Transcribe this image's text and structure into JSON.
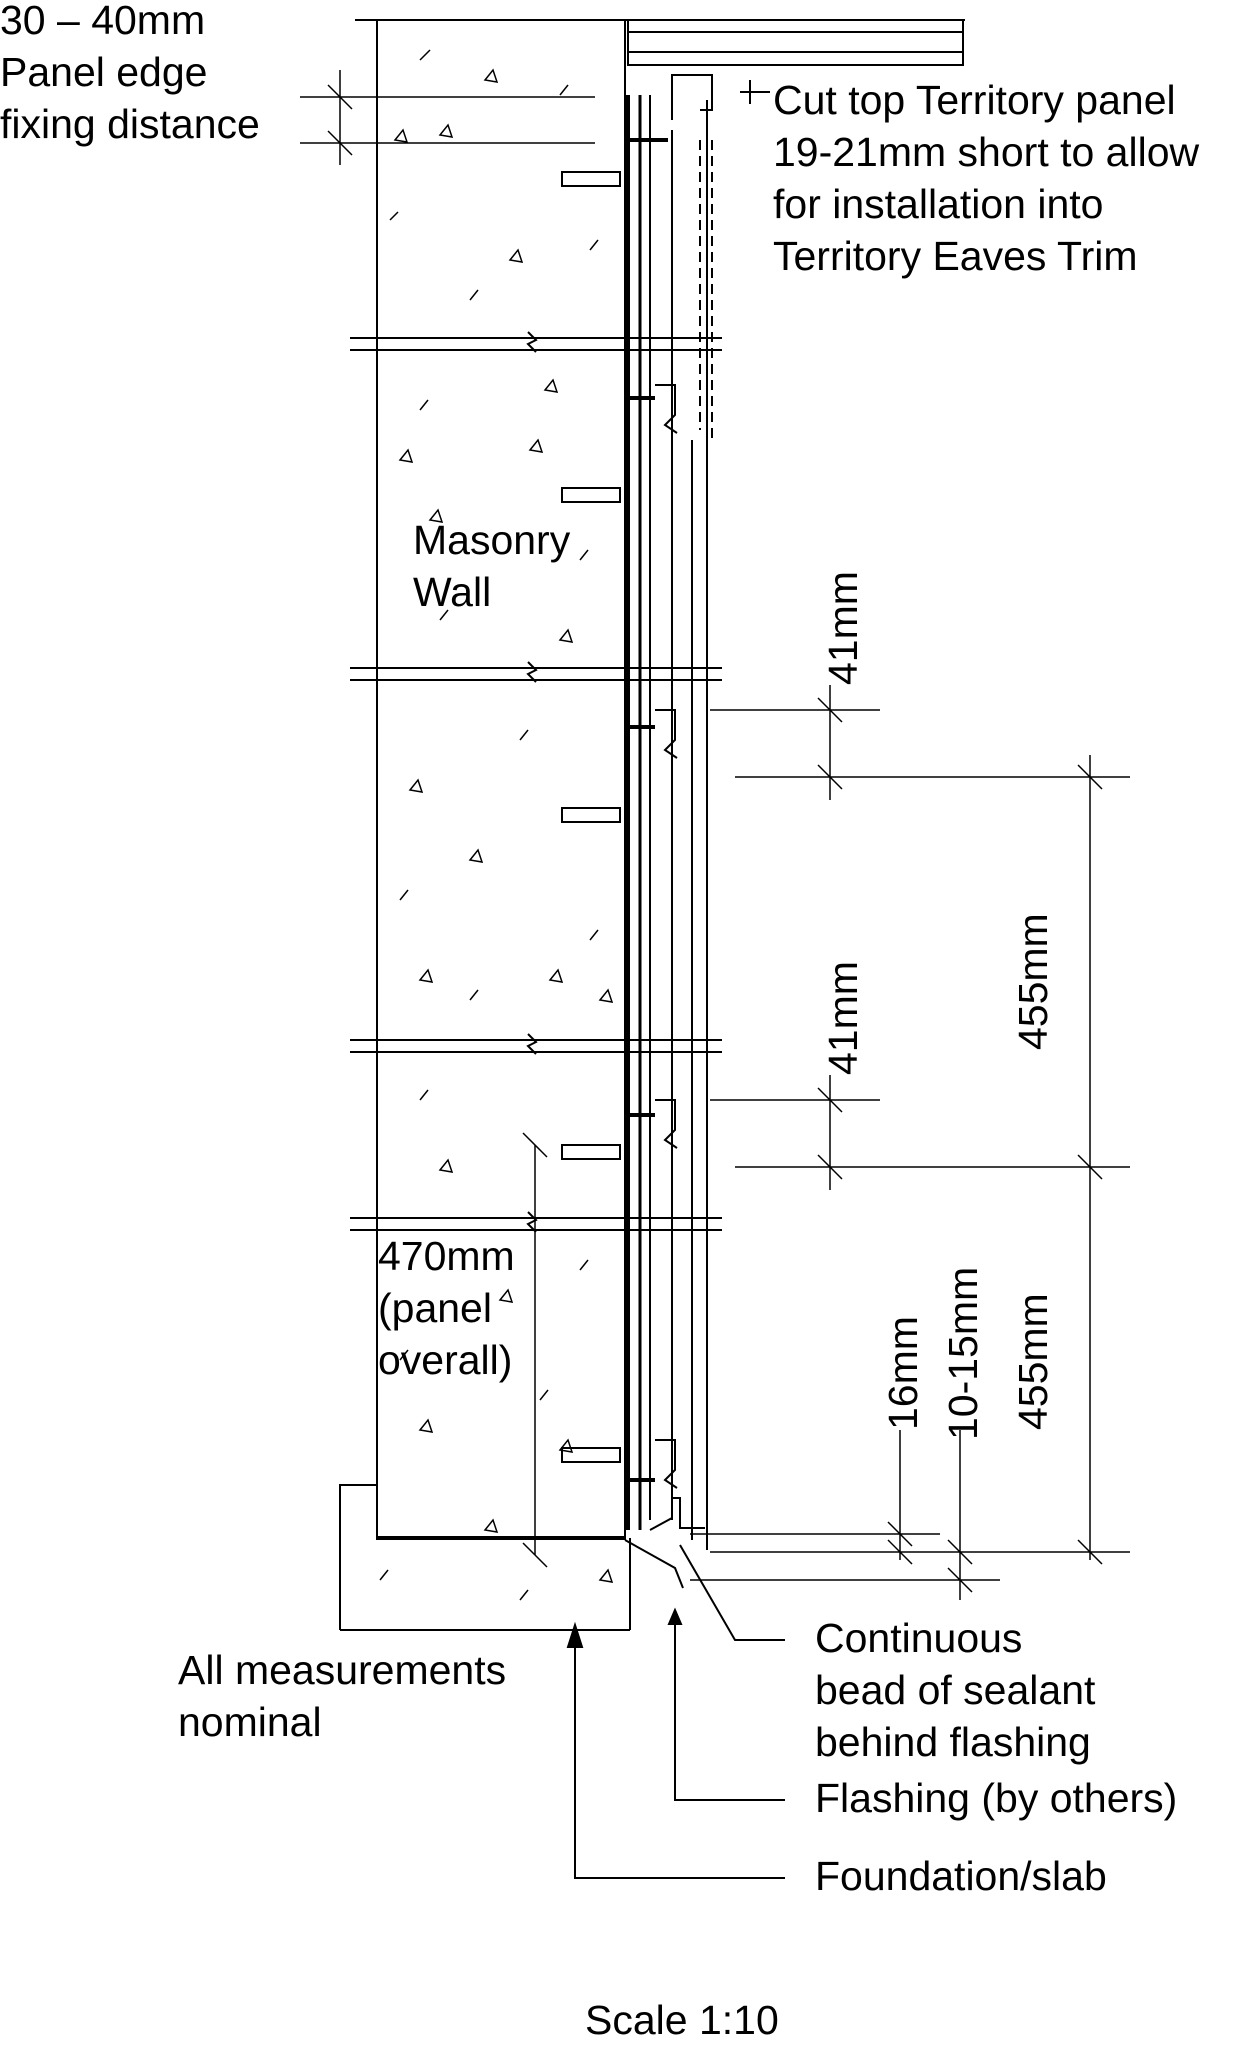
{
  "labels": {
    "edge_fixing": [
      "30 – 40mm",
      "Panel edge",
      "fixing distance"
    ],
    "cut_top": [
      "Cut top Territory panel",
      "19-21mm short to allow",
      "for installation into",
      "Territory Eaves Trim"
    ],
    "masonry": [
      "Masonry",
      "Wall"
    ],
    "panel_overall": [
      "470mm",
      "(panel",
      "overall)"
    ],
    "all_measurements": [
      "All measurements",
      "nominal"
    ],
    "sealant": [
      "Continuous",
      "bead of sealant",
      "behind flashing"
    ],
    "flashing": "Flashing (by others)",
    "foundation": "Foundation/slab",
    "scale": "Scale 1:10"
  },
  "dimensions": {
    "d41_upper": "41mm",
    "d41_lower": "41mm",
    "d455_upper": "455mm",
    "d455_lower": "455mm",
    "d16": "16mm",
    "d10_15": "10-15mm"
  }
}
